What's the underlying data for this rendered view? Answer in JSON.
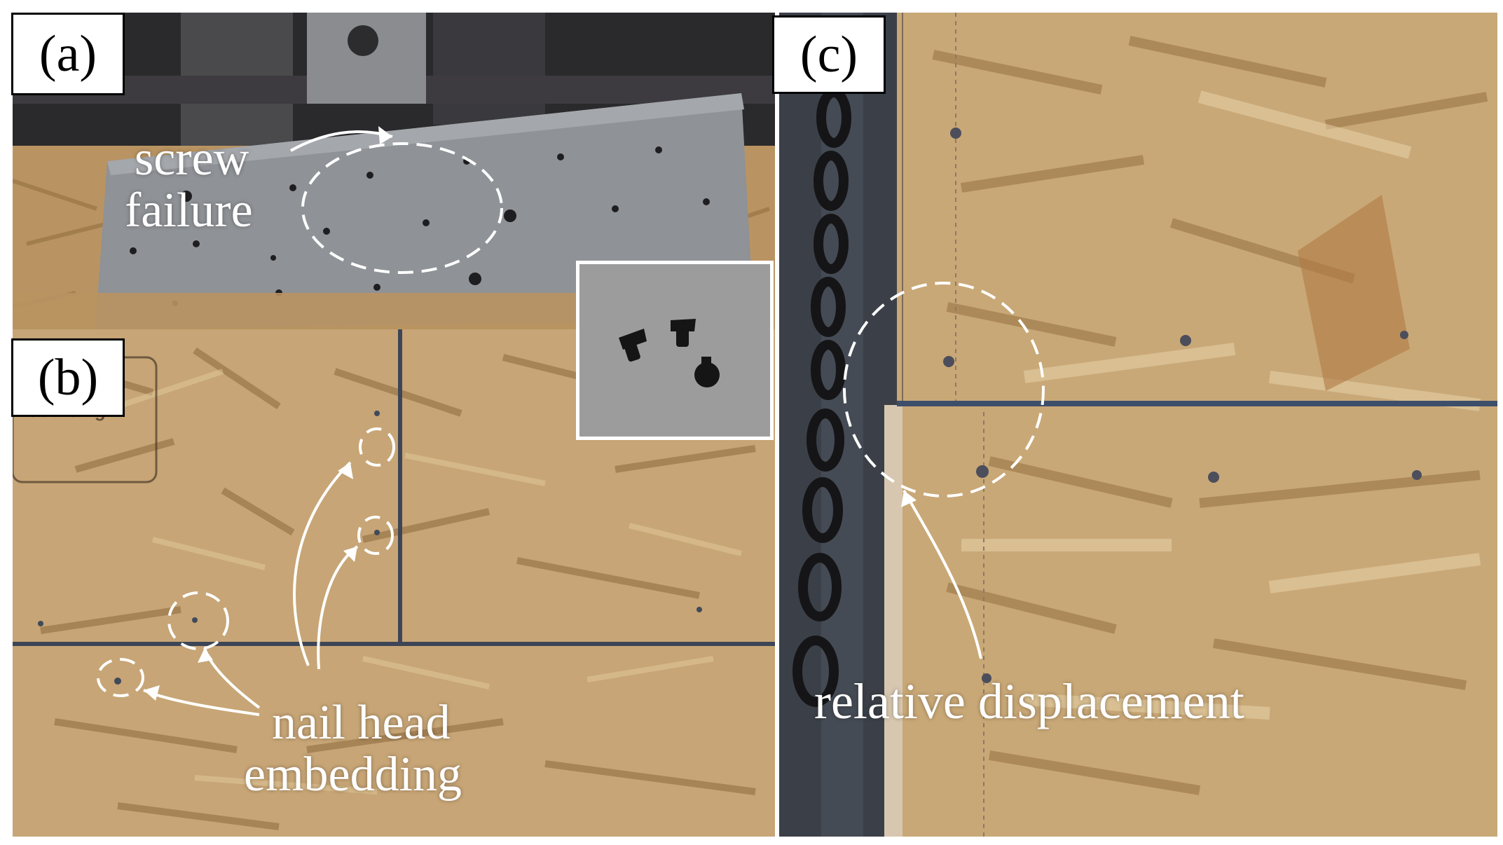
{
  "figure": {
    "panels": [
      {
        "id": "a",
        "label": "(a)"
      },
      {
        "id": "b",
        "label": "(b)"
      },
      {
        "id": "c",
        "label": "(c)"
      }
    ],
    "annotations": {
      "screw_failure_line1": "screw",
      "screw_failure_line2": "failure",
      "nail_head_line1": "nail head",
      "nail_head_line2": "embedding",
      "relative_displacement": "relative displacement"
    },
    "stamp_text": "Sourcing",
    "colors": {
      "annotation": "#ffffff",
      "label_border": "#000000",
      "steel_plate": "#8f9296",
      "osb_wood": "#c9a877",
      "dark_background": "#2a2a2c",
      "chain": "#1a1a1c"
    }
  }
}
